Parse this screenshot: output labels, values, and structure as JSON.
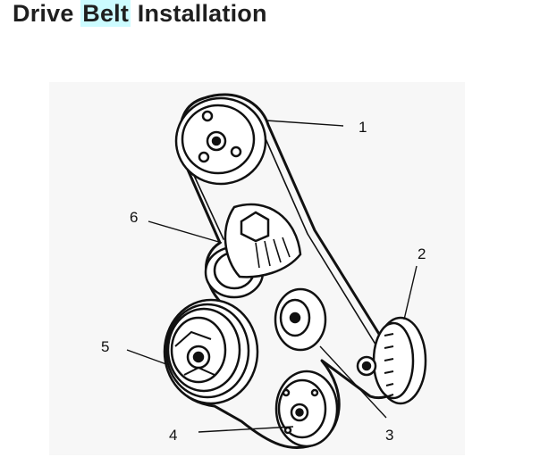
{
  "title": {
    "word1": "Drive",
    "word2": "Belt",
    "word3": "Installation"
  },
  "diagram": {
    "callouts": [
      "1",
      "2",
      "3",
      "4",
      "5",
      "6"
    ]
  }
}
